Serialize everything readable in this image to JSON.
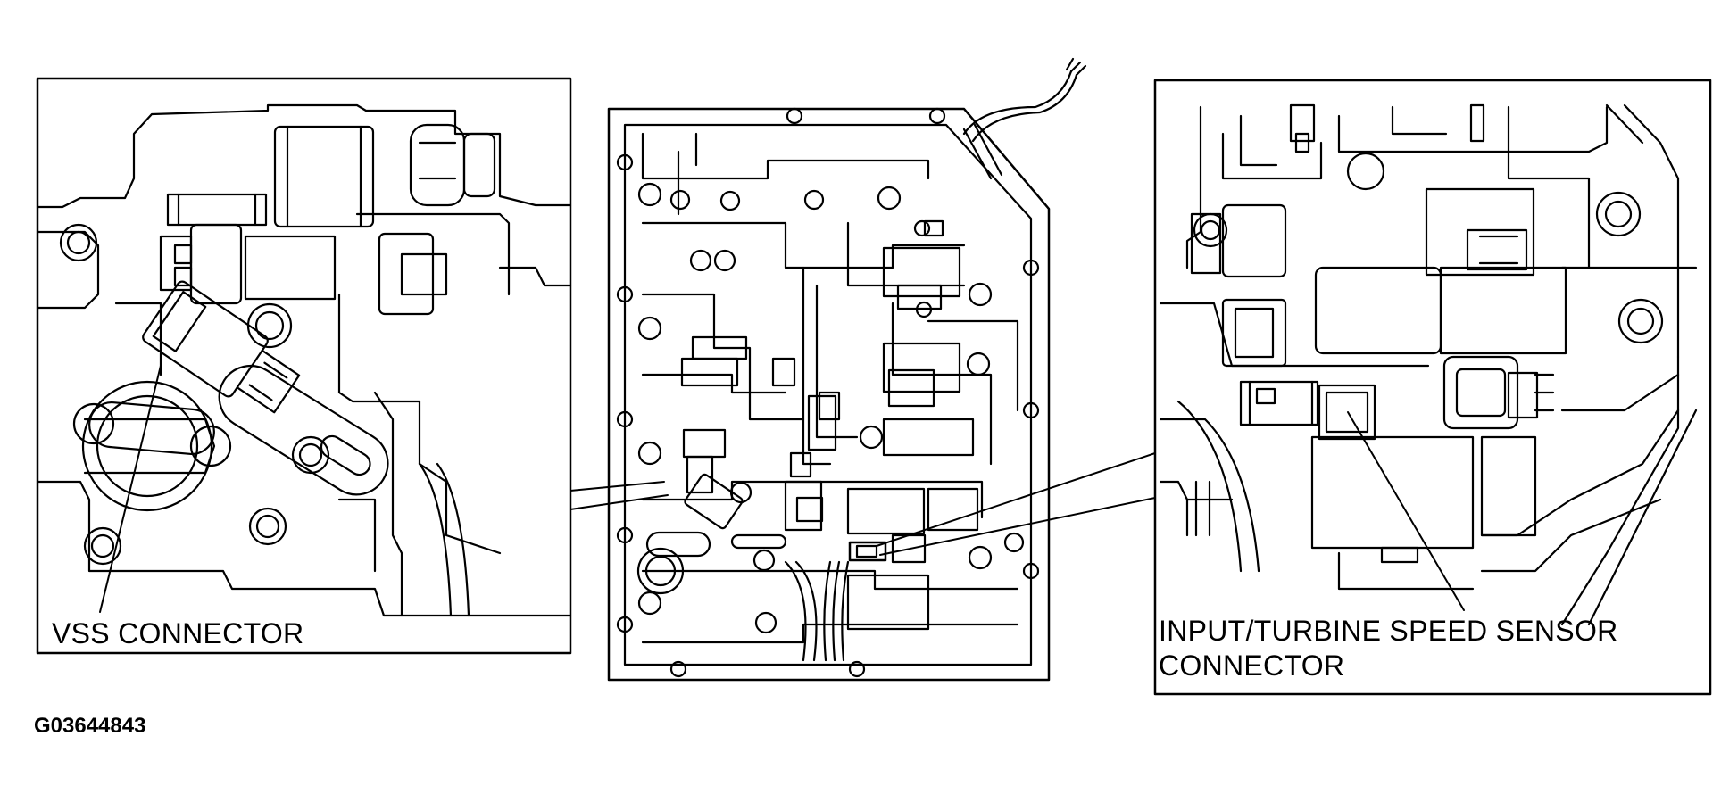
{
  "labels": {
    "vss_connector": "VSS CONNECTOR",
    "iss_connector_line1": "INPUT/TURBINE SPEED SENSOR",
    "iss_connector_line2": "CONNECTOR",
    "figure_id": "G03644843"
  },
  "colors": {
    "ink": "#000000",
    "paper": "#ffffff"
  }
}
